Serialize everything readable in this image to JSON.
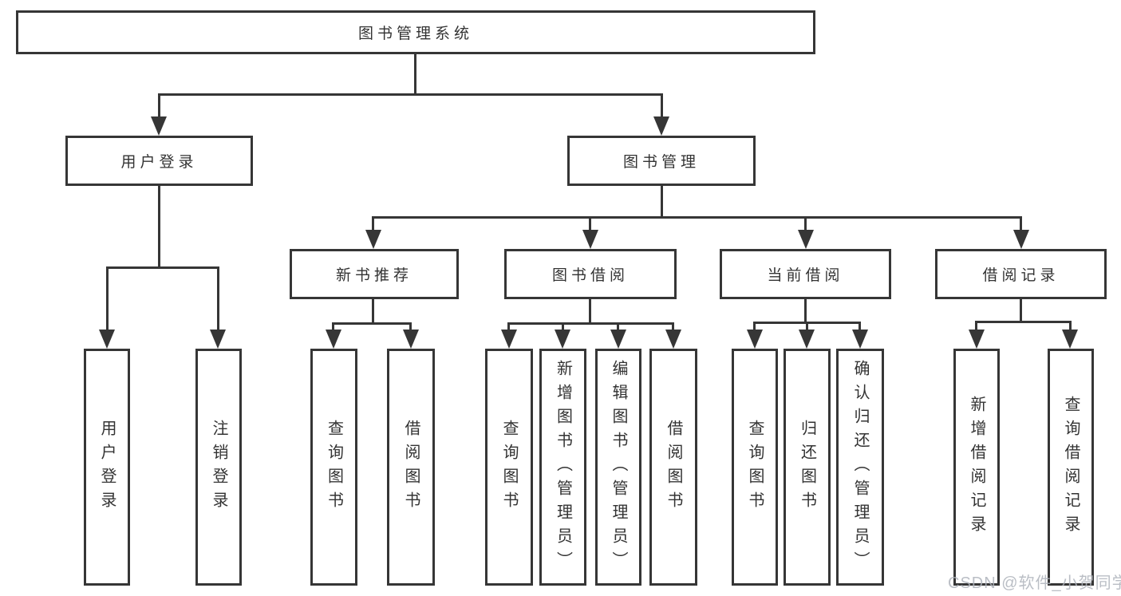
{
  "diagram_title": "图书管理系统",
  "tree": {
    "root": "图书管理系统",
    "branches": [
      {
        "label": "用户登录",
        "leaves": [
          "用户登录",
          "注销登录"
        ]
      },
      {
        "label": "图书管理",
        "children": [
          {
            "label": "新书推荐",
            "leaves": [
              "查询图书",
              "借阅图书"
            ]
          },
          {
            "label": "图书借阅",
            "leaves": [
              "查询图书",
              "新增图书（管理员）",
              "编辑图书（管理员）",
              "借阅图书"
            ]
          },
          {
            "label": "当前借阅",
            "leaves": [
              "查询图书",
              "归还图书",
              "确认归还（管理员）"
            ]
          },
          {
            "label": "借阅记录",
            "leaves": [
              "新增借阅记录",
              "查询借阅记录"
            ]
          }
        ]
      }
    ]
  },
  "watermark": "CSDN @软件_小贺同学",
  "colors": {
    "line": "#363636",
    "text": "#333333",
    "background": "#ffffff",
    "watermark": "#aeb3bb"
  }
}
